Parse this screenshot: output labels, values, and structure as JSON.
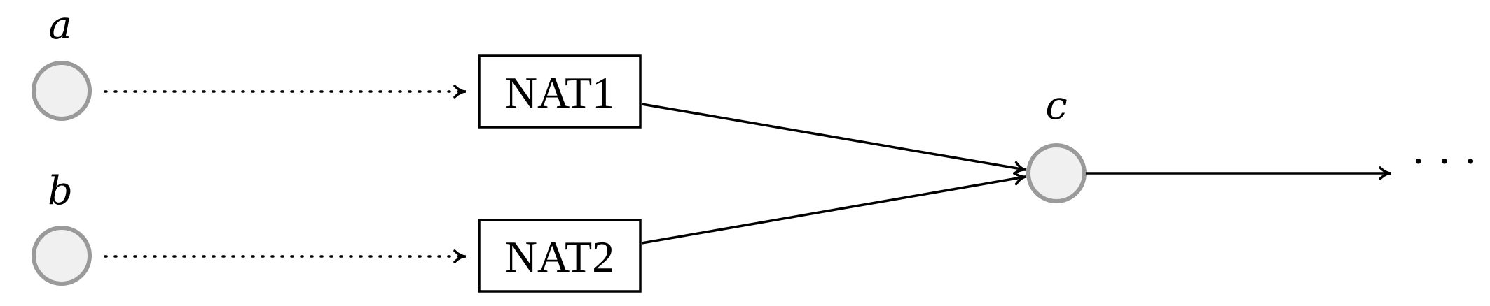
{
  "diagram": {
    "nodes": {
      "a": {
        "label": "a"
      },
      "b": {
        "label": "b"
      },
      "c": {
        "label": "c"
      }
    },
    "boxes": {
      "nat1": {
        "label": "NAT1"
      },
      "nat2": {
        "label": "NAT2"
      }
    },
    "continuation": {
      "label": "· · ·"
    },
    "colors": {
      "node_fill": "#f0f0f0",
      "node_stroke": "#9a9a9a",
      "edge": "#000000"
    }
  }
}
